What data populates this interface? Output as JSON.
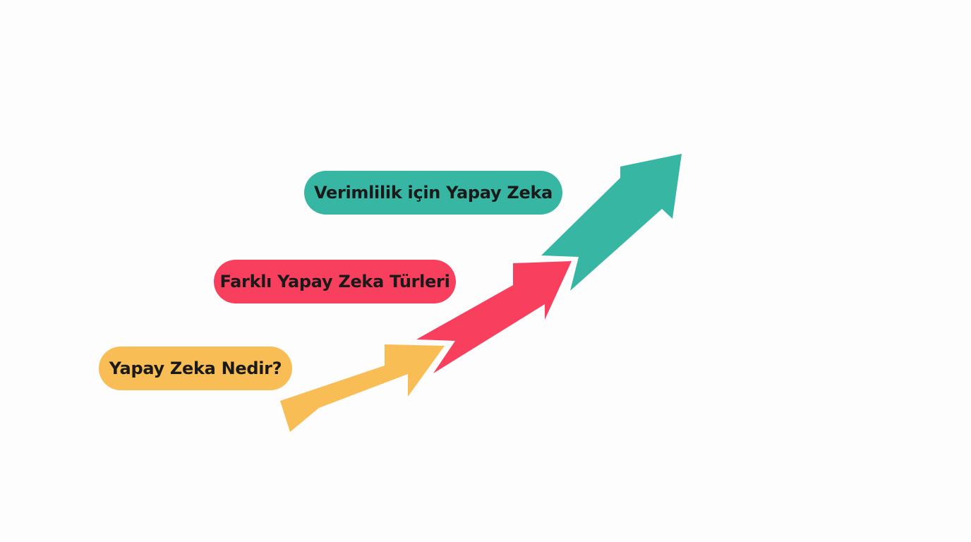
{
  "steps": [
    {
      "label": "Yapay Zeka Nedir?",
      "color": "#f9bd55"
    },
    {
      "label": "Farklı Yapay Zeka Türleri",
      "color": "#f8405e"
    },
    {
      "label": "Verimlilik için Yapay Zeka",
      "color": "#37b7a3"
    }
  ]
}
